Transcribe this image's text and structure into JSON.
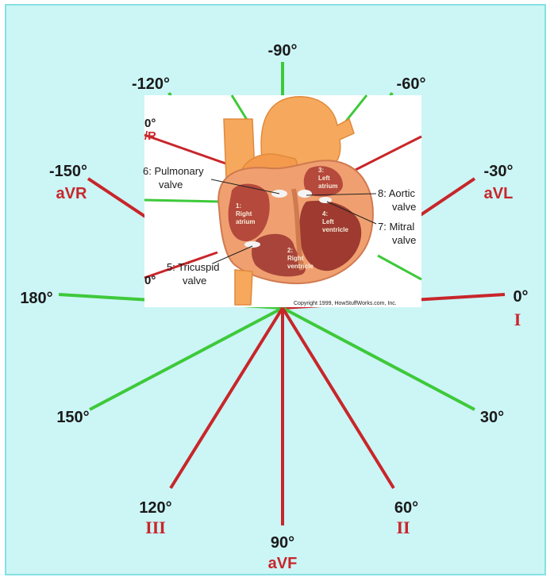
{
  "colors": {
    "background": "#ccf5f6",
    "border": "#86e0e3",
    "lead_line": "#c8262a",
    "augmented_line": "#3ec93a",
    "label_text": "#1a1a1a",
    "lead_name_text": "#c8262a"
  },
  "axes": [
    {
      "angle": "-90°"
    },
    {
      "angle": "-120°"
    },
    {
      "angle": "-60°"
    },
    {
      "angle": "-150°",
      "lead": "aVR"
    },
    {
      "angle": "-30°",
      "lead": "aVL"
    },
    {
      "angle": "180°"
    },
    {
      "angle": "0°",
      "lead": "I"
    },
    {
      "angle": "150°"
    },
    {
      "angle": "30°"
    },
    {
      "angle": "120°",
      "lead": "III"
    },
    {
      "angle": "60°",
      "lead": "II"
    },
    {
      "angle": "90°",
      "lead": "aVF"
    }
  ],
  "heart": {
    "labels": {
      "pulmonary": "6: Pulmonary",
      "pulmonary_2": "valve",
      "aortic": "8: Aortic",
      "aortic_2": "valve",
      "mitral": "7: Mitral",
      "mitral_2": "valve",
      "tricuspid": "5: Tricuspid",
      "tricuspid_2": "valve",
      "right_atrium_1": "1:",
      "right_atrium_2": "Right",
      "right_atrium_3": "atrium",
      "left_atrium_1": "3:",
      "left_atrium_2": "Left",
      "left_atrium_3": "atrium",
      "left_ventricle_1": "4:",
      "left_ventricle_2": "Left",
      "left_ventricle_3": "ventricle",
      "right_ventricle_1": "2:",
      "right_ventricle_2": "Right",
      "right_ventricle_3": "ventricle"
    },
    "partial_labels": {
      "top_angle": "0°",
      "top_lead": "/R",
      "mid_angle": "0°"
    },
    "copyright": "Copyright 1999, HowStuffWorks.com, Inc."
  }
}
